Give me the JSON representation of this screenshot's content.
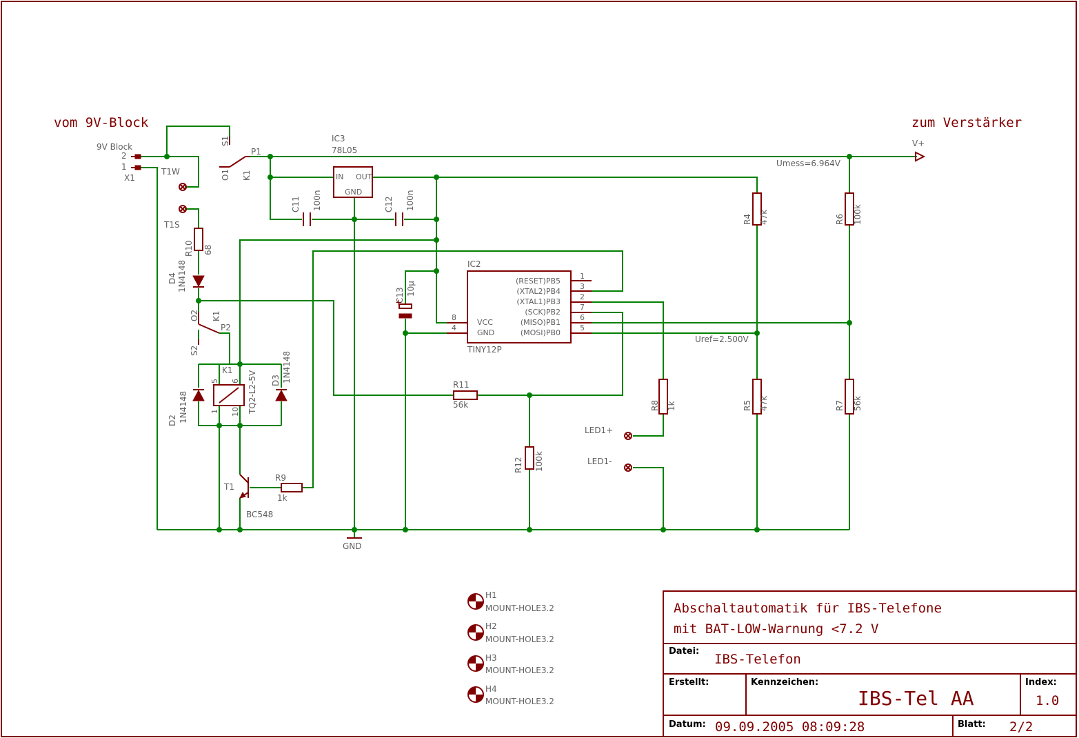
{
  "headers": {
    "left": "vom 9V-Block",
    "right": "zum Verstärker"
  },
  "labels": {
    "battery": "9V Block",
    "battery_pin2": "2",
    "battery_pin1": "1",
    "battery_ref": "X1",
    "t1w": "T1W",
    "t1s": "T1S",
    "s1": "S1",
    "p1": "P1",
    "o1": "O1",
    "k1_top": "K1",
    "ic3": "IC3",
    "ic3_val": "78L05",
    "ic3_in": "IN",
    "ic3_out": "OUT",
    "ic3_gnd": "GND",
    "c11": "C11",
    "c11_val": "100n",
    "c12": "C12",
    "c12_val": "100n",
    "vplus": "V+",
    "umess": "Umess=6.964V",
    "r4": "R4",
    "r4_val": "47k",
    "r6": "R6",
    "r6_val": "100k",
    "r10": "R10",
    "r10_val": "68",
    "d4": "D4",
    "d4_val": "1N4148",
    "o2": "O2",
    "k1_mid": "K1",
    "p2": "P2",
    "s2": "S2",
    "c13": "C13",
    "c13_val": "10µ",
    "ic2": "IC2",
    "ic2_val": "TINY12P",
    "ic2_vcc": "VCC",
    "ic2_gnd": "GND",
    "pb5": "(RESET)PB5",
    "pb4": "(XTAL2)PB4",
    "pb3": "(XTAL1)PB3",
    "pb2": "(SCK)PB2",
    "pb1": "(MISO)PB1",
    "pb0": "(MOSI)PB0",
    "p_1": "1",
    "p_3": "3",
    "p_2": "2",
    "p_7": "7",
    "p_6": "6",
    "p_5": "5",
    "p_8": "8",
    "p_4": "4",
    "uref": "Uref=2.500V",
    "k1_relay": "K1",
    "k1_relay_val": "TQ2-L2-5V",
    "relay_5": "5",
    "relay_6": "6",
    "relay_1": "1",
    "relay_10": "10",
    "d3": "D3",
    "d3_val": "1N4148",
    "d2": "D2",
    "d2_val": "1N4148",
    "r11": "R11",
    "r11_val": "56k",
    "r8": "R8",
    "r8_val": "1k",
    "r5": "R5",
    "r5_val": "47k",
    "r7": "R7",
    "r7_val": "56k",
    "led1p": "LED1+",
    "led1m": "LED1-",
    "r12": "R12",
    "r12_val": "100k",
    "t1": "T1",
    "t1_val": "BC548",
    "r9": "R9",
    "r9_val": "1k",
    "gnd": "GND"
  },
  "mount_holes": [
    {
      "ref": "H1",
      "value": "MOUNT-HOLE3.2"
    },
    {
      "ref": "H2",
      "value": "MOUNT-HOLE3.2"
    },
    {
      "ref": "H3",
      "value": "MOUNT-HOLE3.2"
    },
    {
      "ref": "H4",
      "value": "MOUNT-HOLE3.2"
    }
  ],
  "title_block": {
    "title_line1": "Abschaltautomatik für IBS-Telefone",
    "title_line2": "mit BAT-LOW-Warnung <7.2 V",
    "datei_label": "Datei:",
    "datei_value": "IBS-Telefon",
    "erstellt_label": "Erstellt:",
    "kennzeichen_label": "Kennzeichen:",
    "kennzeichen_value": "IBS-Tel AA",
    "index_label": "Index:",
    "index_value": "1.0",
    "datum_label": "Datum:",
    "datum_value": "09.09.2005 08:09:28",
    "blatt_label": "Blatt:",
    "blatt_value": "2/2"
  },
  "colors": {
    "component": "#800000",
    "wire": "#008000",
    "label": "#606060"
  }
}
